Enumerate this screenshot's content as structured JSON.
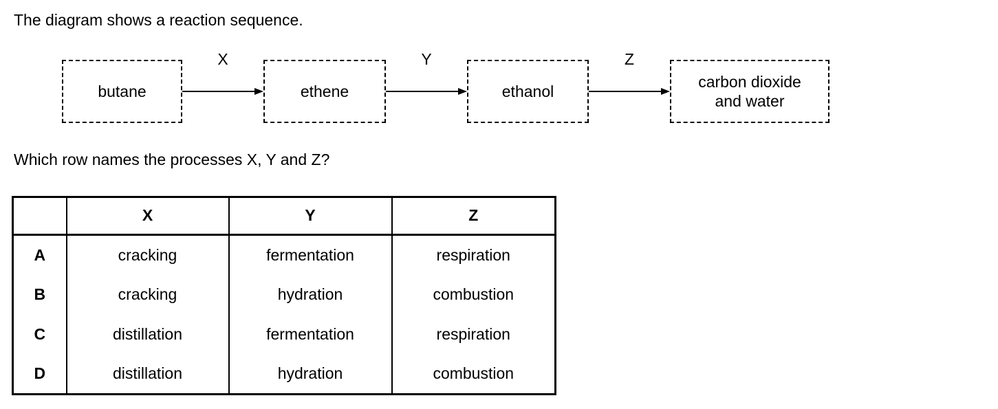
{
  "intro": "The diagram shows a reaction sequence.",
  "question": "Which row names the processes X, Y and Z?",
  "diagram": {
    "nodes": [
      "butane",
      "ethene",
      "ethanol",
      "carbon dioxide and water"
    ],
    "arrow_labels": [
      "X",
      "Y",
      "Z"
    ]
  },
  "table": {
    "col_headers": [
      "X",
      "Y",
      "Z"
    ],
    "rows": [
      {
        "label": "A",
        "x": "cracking",
        "y": "fermentation",
        "z": "respiration"
      },
      {
        "label": "B",
        "x": "cracking",
        "y": "hydration",
        "z": "combustion"
      },
      {
        "label": "C",
        "x": "distillation",
        "y": "fermentation",
        "z": "respiration"
      },
      {
        "label": "D",
        "x": "distillation",
        "y": "hydration",
        "z": "combustion"
      }
    ]
  }
}
